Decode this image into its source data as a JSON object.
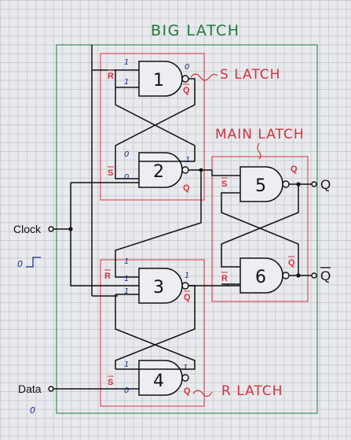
{
  "titles": {
    "big_latch": "BIG LATCH",
    "s_latch": "S LATCH",
    "main_latch": "MAIN LATCH",
    "r_latch": "R LATCH"
  },
  "inputs": {
    "clock": "Clock",
    "data": "Data"
  },
  "outputs": {
    "q": "Q",
    "q_bar": "Q"
  },
  "gates": [
    "1",
    "2",
    "3",
    "4",
    "5",
    "6"
  ],
  "pins": {
    "g1_top": "1",
    "g1_bot": "1",
    "g1_out": "0",
    "g2_top": "0",
    "g2_bot": "0",
    "g2_out": "1",
    "g3_top": "1",
    "g3_mid": "1",
    "g3_bot": "1",
    "g3_out": "1",
    "g4_top": "1",
    "g4_bot": "0",
    "g4_out": "1"
  },
  "pin_labels": {
    "r_bar": "R",
    "s_bar": "S",
    "q": "Q",
    "q_bar": "Q"
  },
  "annotations": {
    "clock_state": "0",
    "data_state": "0"
  },
  "colors": {
    "green": "#1f7a3a",
    "red": "#d6323c",
    "blue": "#1b2a8a",
    "ink": "#111111"
  }
}
